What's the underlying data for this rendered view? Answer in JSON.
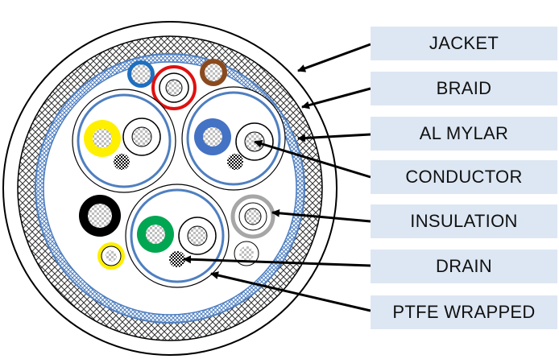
{
  "diagram": {
    "labels": [
      {
        "id": "jacket",
        "text": "JACKET"
      },
      {
        "id": "braid",
        "text": "BRAID"
      },
      {
        "id": "al-mylar",
        "text": "AL MYLAR"
      },
      {
        "id": "conductor",
        "text": "CONDUCTOR"
      },
      {
        "id": "insulation",
        "text": "INSULATION"
      },
      {
        "id": "drain",
        "text": "DRAIN"
      },
      {
        "id": "ptfe-wrapped",
        "text": "PTFE WRAPPED"
      }
    ],
    "colors": {
      "label_box": "#dde7f3",
      "braid_blue": "#4f7fc0",
      "wire_blue_small": "#1f6fc0",
      "wire_red": "#e01010",
      "wire_brown": "#8b4a1e",
      "wire_yellow": "#ffef00",
      "wire_blue": "#4472c4",
      "wire_green": "#00a651",
      "wire_black": "#000000",
      "wire_gray": "#a6a6a6",
      "wire_white": "#ffffff"
    }
  }
}
